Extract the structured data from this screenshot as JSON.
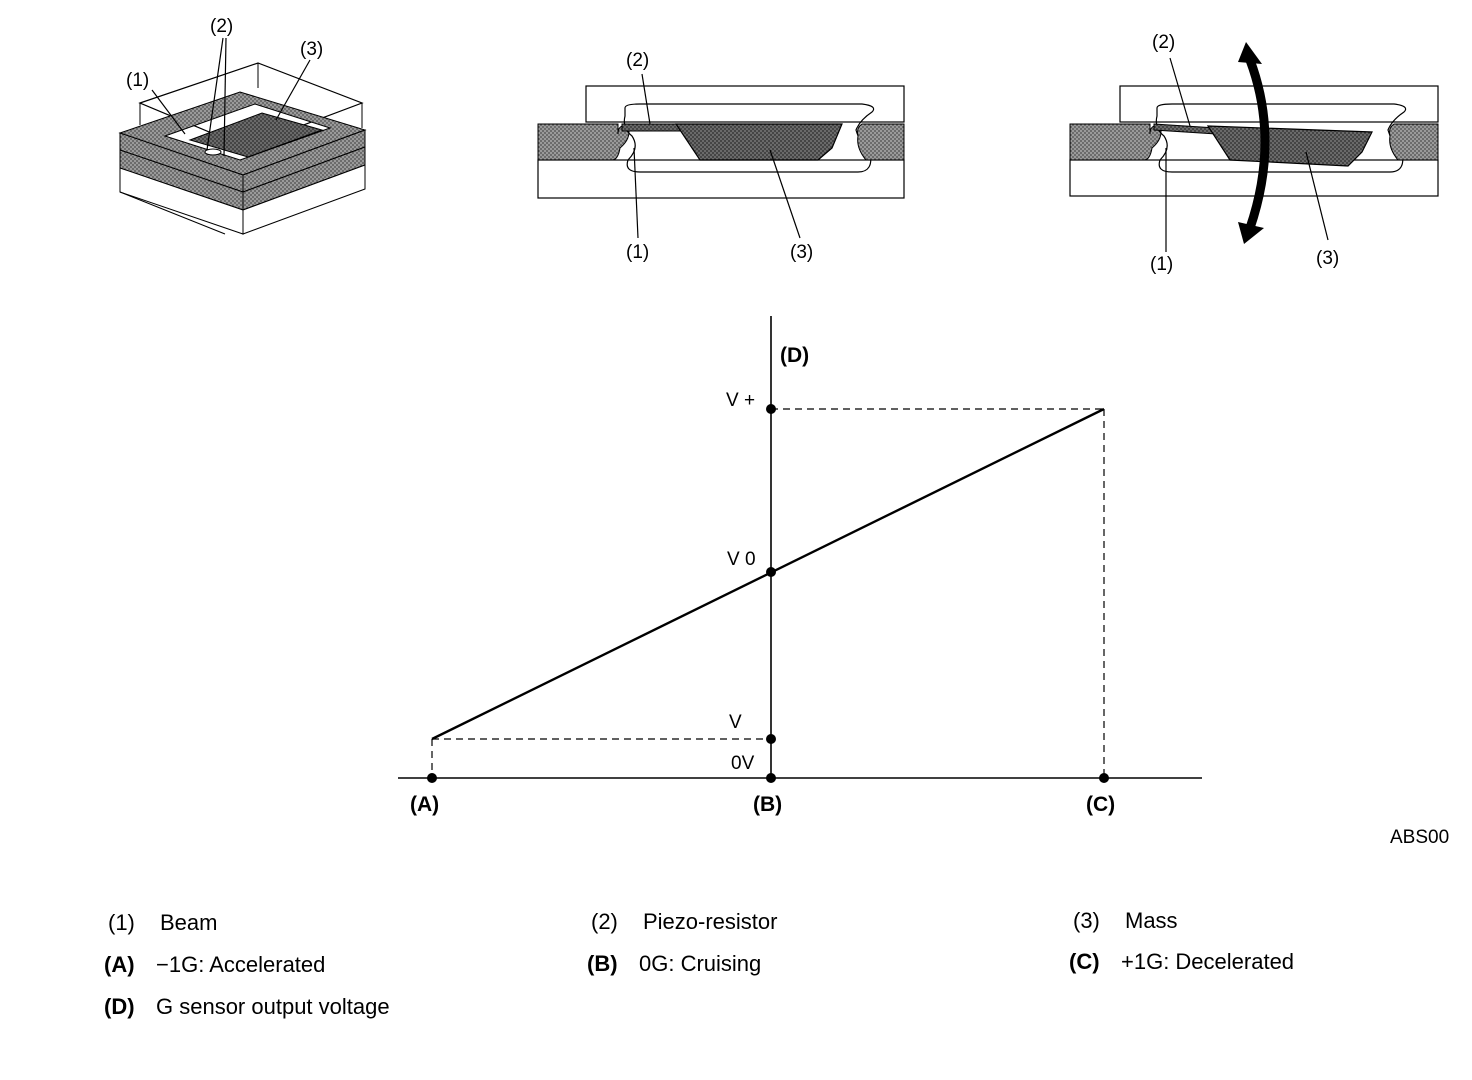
{
  "figure_id": "ABS00",
  "parts": {
    "beam": "(1)",
    "piezo": "(2)",
    "mass": "(3)"
  },
  "graph": {
    "x_points": [
      "(A)",
      "(B)",
      "(C)"
    ],
    "y_axis_label": "(D)",
    "y_ticks": {
      "v_plus": "V +",
      "v_zero": "V 0",
      "v_low": "V",
      "zero_v": "0V"
    }
  },
  "legend": [
    {
      "key": "(1)",
      "text": "Beam"
    },
    {
      "key": "(2)",
      "text": "Piezo-resistor"
    },
    {
      "key": "(3)",
      "text": "Mass"
    },
    {
      "key": "(A)",
      "text": "−1G: Accelerated"
    },
    {
      "key": "(B)",
      "text": "0G: Cruising"
    },
    {
      "key": "(C)",
      "text": "+1G: Decelerated"
    },
    {
      "key": "(D)",
      "text": "G sensor output voltage"
    }
  ],
  "chart_data": {
    "type": "line",
    "x": [
      "(A)",
      "(B)",
      "(C)"
    ],
    "series": [
      {
        "values": [
          "V",
          "V 0",
          "V +"
        ]
      }
    ],
    "ylabel": "(D)"
  }
}
